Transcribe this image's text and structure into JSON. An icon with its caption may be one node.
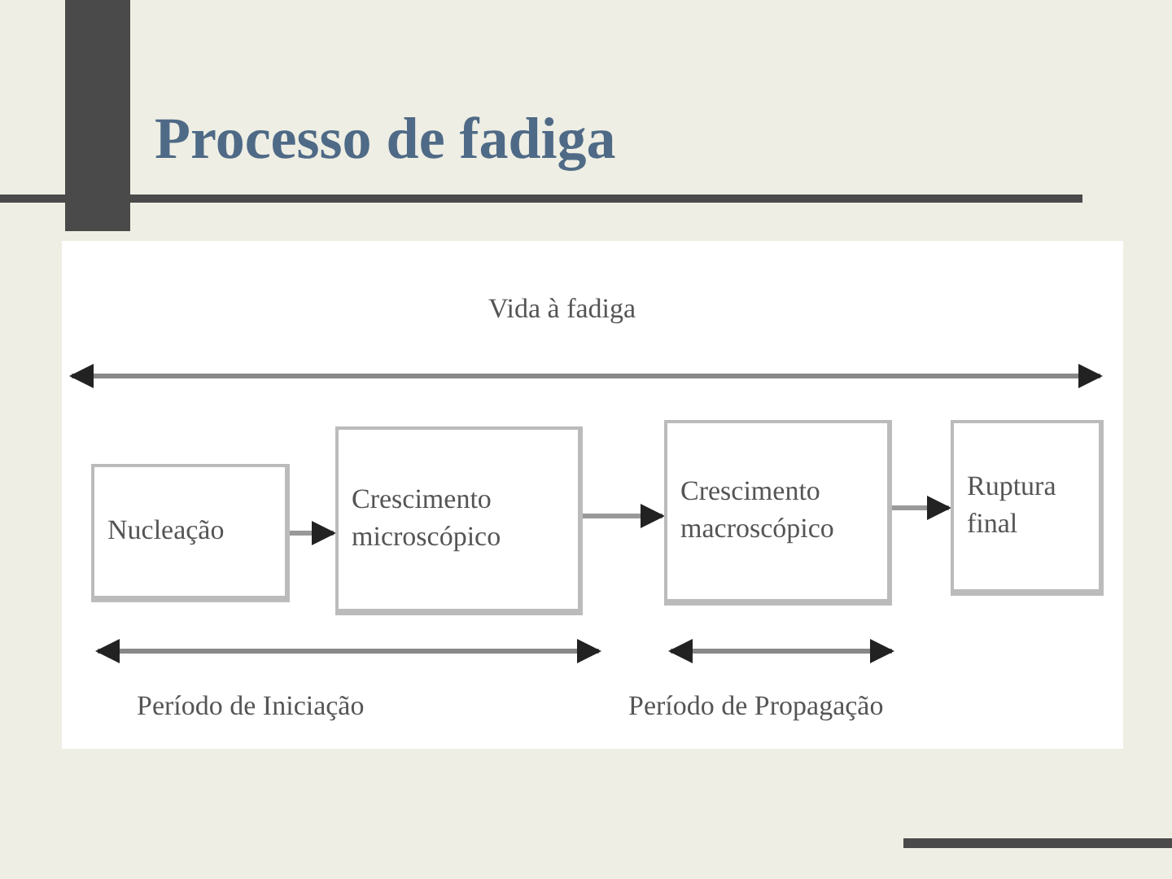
{
  "diagram": {
    "title": "Processo de fadiga",
    "nodes": [
      {
        "text": [
          "Nucleação"
        ]
      },
      {
        "text": [
          "Crescimento microscópico"
        ]
      },
      {
        "text": [
          "Crescimento macroscópico"
        ]
      },
      {
        "text": [
          "Ruptura final"
        ]
      }
    ],
    "edges": [
      {
        "from": 0,
        "to": 1,
        "arrow": "to"
      },
      {
        "from": 1,
        "to": 2,
        "arrow": "to"
      },
      {
        "from": 2,
        "to": 3,
        "arrow": "to"
      }
    ],
    "labels": [
      "Vida à fadiga",
      "Período de Iniciação",
      "Período de Propagação"
    ]
  }
}
